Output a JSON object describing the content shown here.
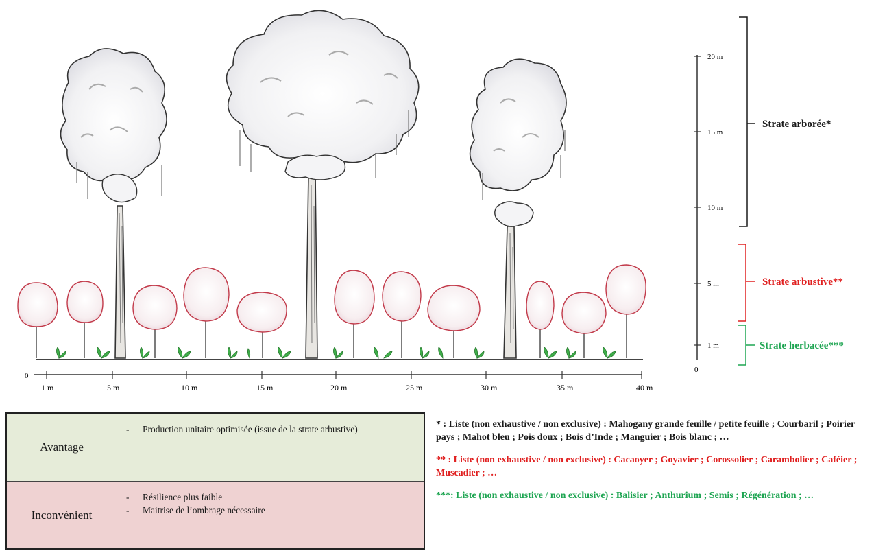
{
  "colors": {
    "arboree": "#1a1a1a",
    "arbustive": "#e02020",
    "herbacee": "#1ea552"
  },
  "axis": {
    "origin": "0",
    "ticks": [
      "1 m",
      "5 m",
      "10 m",
      "15 m",
      "20 m",
      "25 m",
      "30 m",
      "35 m",
      "40 m"
    ]
  },
  "height_scale": {
    "origin": "0",
    "ticks": [
      "1 m",
      "5 m",
      "10 m",
      "15 m",
      "20 m"
    ]
  },
  "strates": {
    "arboree": "Strate arborée*",
    "arbustive": "Strate arbustive**",
    "herbacee": "Strate herbacée***"
  },
  "table": {
    "avantage": {
      "title": "Avantage",
      "items": [
        "Production unitaire optimisée (issue de la strate arbustive)"
      ]
    },
    "inconvenient": {
      "title": "Inconvénient",
      "items": [
        "Résilience plus faible",
        "Maitrise de l’ombrage nécessaire"
      ]
    }
  },
  "notes": {
    "arboree": "* : Liste (non exhaustive / non exclusive) : Mahogany grande feuille / petite feuille ; Courbaril ; Poirier pays ; Mahot bleu ; Pois doux ; Bois d’Inde ; Manguier ; Bois blanc ; …",
    "arbustive": "** : Liste (non exhaustive / non exclusive) : Cacaoyer ; Goyavier ; Corossolier ; Carambolier ; Caféier ; Muscadier ; …",
    "herbacee": "***: Liste (non exhaustive / non exclusive) : Balisier ; Anthurium ;  Semis ; Régénération ; …"
  }
}
